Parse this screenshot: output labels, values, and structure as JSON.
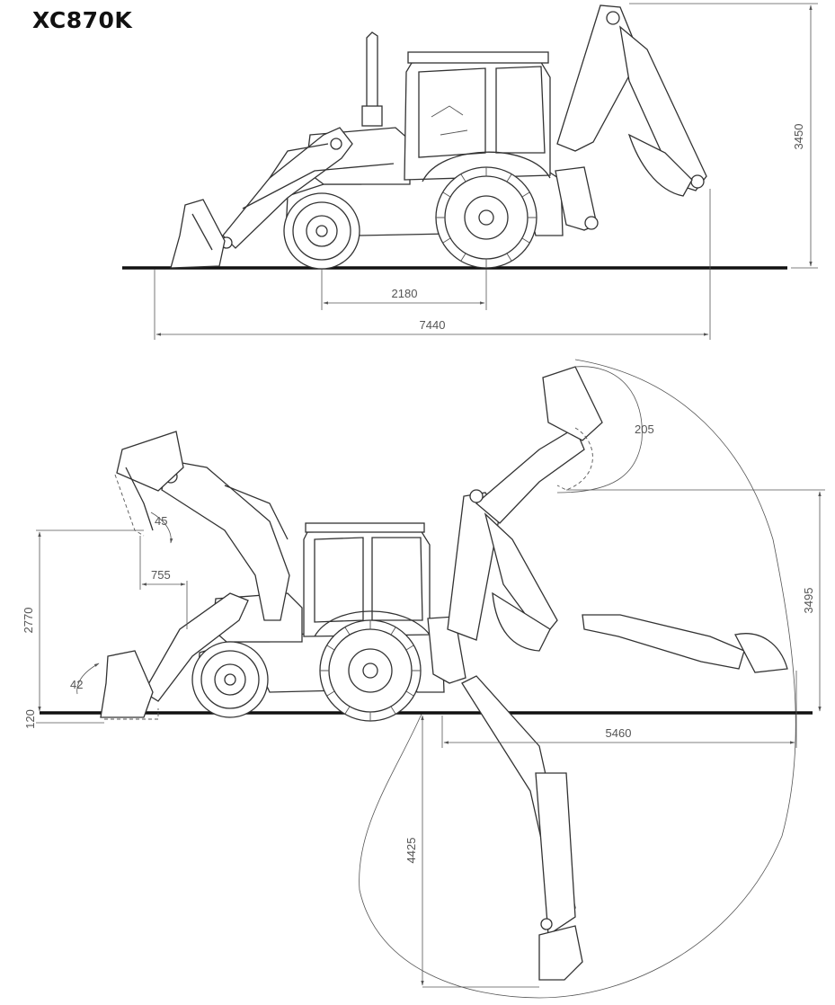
{
  "title": "XC870K",
  "dimensions": {
    "height_overall": "3450",
    "wheelbase": "2180",
    "length_overall": "7440",
    "dump_angle": "45",
    "dump_reach": "755",
    "dump_height": "2770",
    "rollback_angle": "42",
    "dig_below_grade": "120",
    "bucket_rotation": "205",
    "loading_height": "3495",
    "reach_from_swing_pivot": "5460",
    "digging_depth": "4425"
  }
}
